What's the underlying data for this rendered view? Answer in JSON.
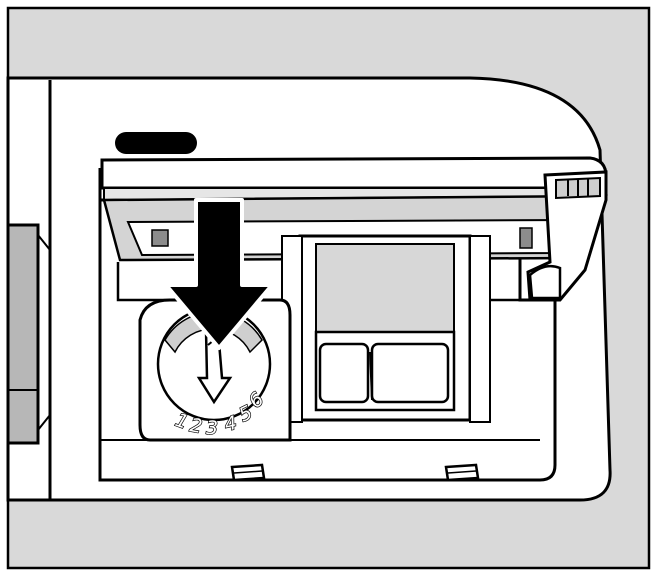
{
  "colors": {
    "frame_background": "#d9d9d9",
    "outline": "#000000",
    "panel_face": "#ffffff",
    "recess_gray": "#cfcfcf",
    "dark_gray": "#8c8c8c",
    "arrow_fill": "#000000"
  },
  "selector_dial": {
    "numbers": [
      "1",
      "2",
      "3",
      "4",
      "5",
      "6"
    ],
    "selected_setting": "3"
  },
  "icons": {
    "arrow": "down-arrow-icon",
    "pointer": "dial-pointer-icon"
  }
}
